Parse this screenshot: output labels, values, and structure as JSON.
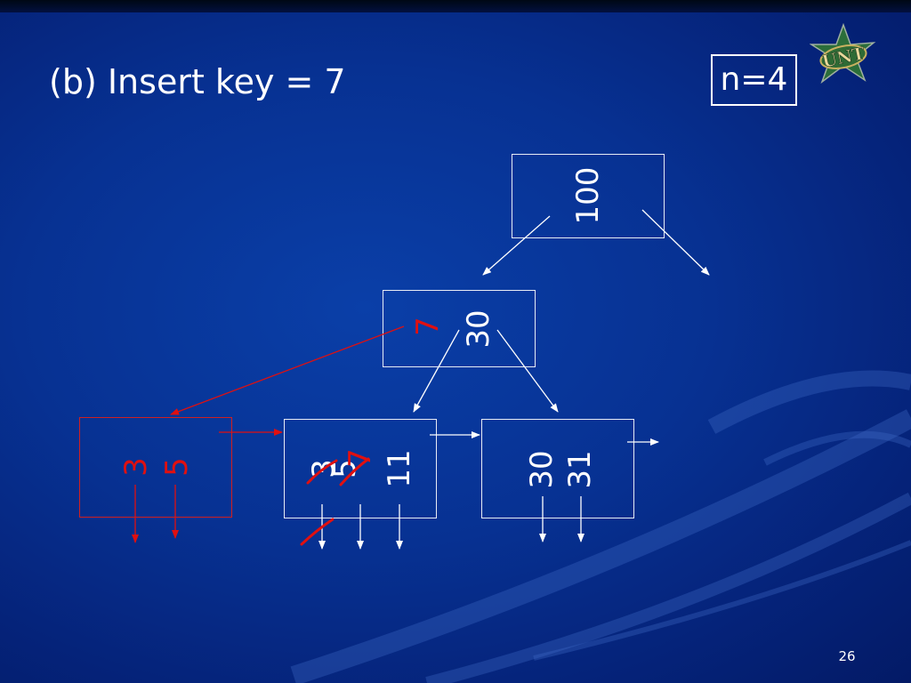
{
  "slide": {
    "title": "(b) Insert key = 7",
    "n_label": "n=4",
    "page_number": "26",
    "logo_text": "UNT"
  },
  "tree": {
    "root": {
      "keys": [
        "100"
      ]
    },
    "internal": {
      "keys": [
        "7",
        "30"
      ],
      "new_key": "7"
    },
    "leaves": [
      {
        "id": "new-leaf",
        "keys": [
          "3",
          "5"
        ],
        "is_new": true
      },
      {
        "id": "leaf-1",
        "keys": [
          "3",
          "5",
          "7",
          "11"
        ],
        "struck_keys": [
          "3",
          "5"
        ]
      },
      {
        "id": "leaf-2",
        "keys": [
          "30",
          "31"
        ]
      }
    ]
  },
  "colors": {
    "background": "#073192",
    "line": "#ffffff",
    "new_content": "#e01010"
  }
}
